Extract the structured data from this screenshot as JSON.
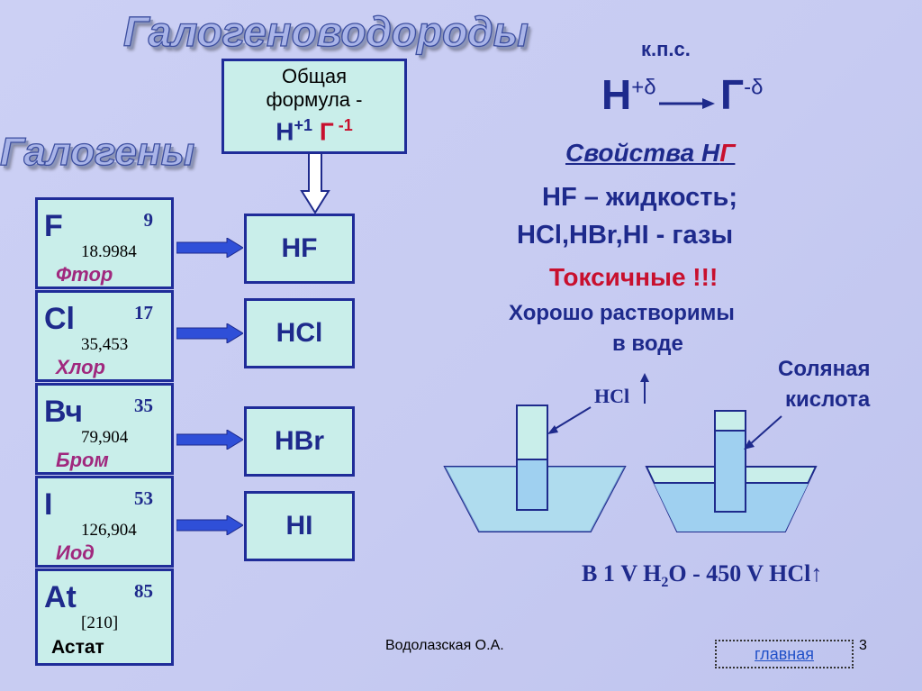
{
  "title_main": "Галогеноводороды",
  "title_halogens": "Галогены",
  "formula_box": {
    "line1": "Общая",
    "line2": "формула -",
    "h": "H",
    "h_sup": "+1",
    "g": "Г",
    "g_sup": " -1"
  },
  "elements": [
    {
      "symbol": "F",
      "number": "9",
      "mass": "18.9984",
      "name": "Фтор"
    },
    {
      "symbol": "Cl",
      "number": "17",
      "mass": "35,453",
      "name": "Хлор"
    },
    {
      "symbol": "Вч",
      "number": "35",
      "mass": "79,904",
      "name": "Бром"
    },
    {
      "symbol": "I",
      "number": "53",
      "mass": "126,904",
      "name": "Иод"
    },
    {
      "symbol": "At",
      "number": "85",
      "mass": "[210]",
      "name": "Астат"
    }
  ],
  "compounds": [
    "HF",
    "HCl",
    "HBr",
    "HI"
  ],
  "kps": {
    "label": "к.п.с.",
    "h": "H",
    "h_sup": "+δ",
    "g": "Г",
    "g_sup": "-δ"
  },
  "props": {
    "title": "Свойства НГ",
    "line1": "HF – жидкость;",
    "line2": "HCl,HBr,HI -  газы",
    "toxic": "Токсичные   !!!",
    "soluble1": "Хорошо растворимы",
    "soluble2": "в воде"
  },
  "diagram": {
    "left_label": "HCl",
    "right_label1": "Соляная",
    "right_label2": "кислота"
  },
  "equation": {
    "a": "В 1 V H",
    "sub": "2",
    "b": "O - 450 V HCl↑"
  },
  "footer": {
    "author": "Водолазская О.А.",
    "link": "главная",
    "page": "3"
  },
  "colors": {
    "background": "#c7cbf2",
    "box_fill": "#c9eeea",
    "box_border": "#1f2c99",
    "text_blue": "#1e2a8c",
    "accent_red": "#c8102e",
    "arrow_blue": "#2f4fd8",
    "water": "#9fd0f0"
  }
}
